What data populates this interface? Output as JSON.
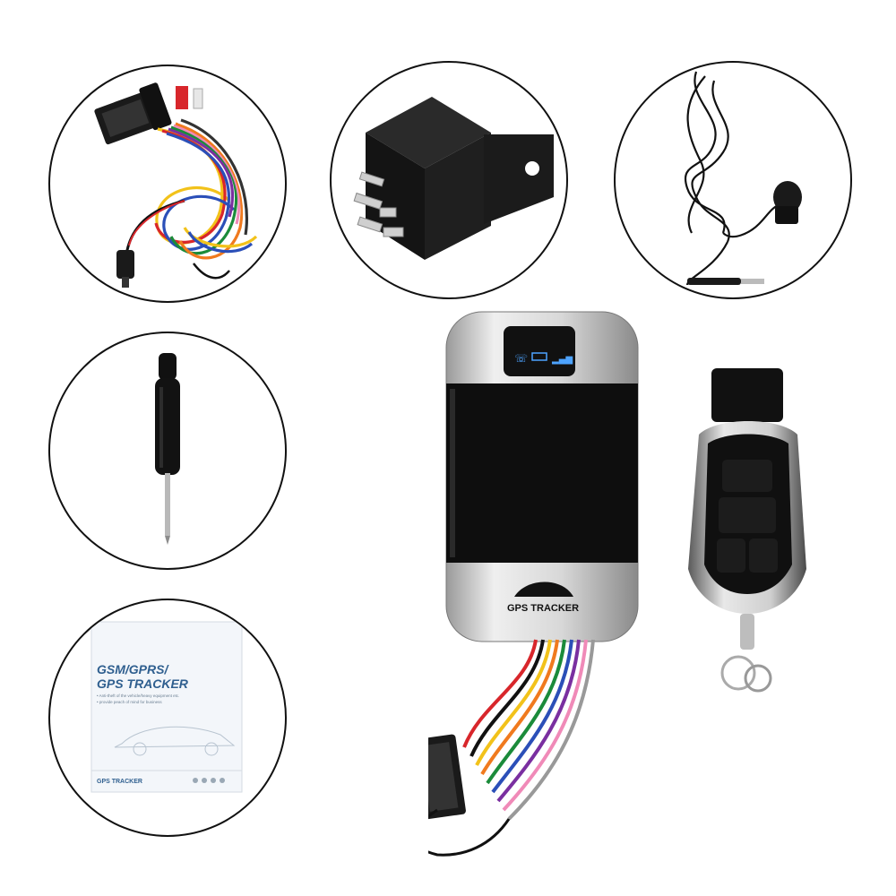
{
  "accessories": [
    {
      "item": "wiring-harness"
    },
    {
      "item": "relay"
    },
    {
      "item": "microphone"
    },
    {
      "item": "screwdriver"
    },
    {
      "item": "user-manual"
    }
  ],
  "manual": {
    "title_line1": "GSM/GPRS/",
    "title_line2": "GPS TRACKER",
    "bullet1": "• Anti-theft of the vehicle/heavy equipment etc.",
    "bullet2": "• provide peach of mind for business",
    "footer_brand": "GPS TRACKER"
  },
  "tracker": {
    "label": "GPS TRACKER"
  },
  "colors": {
    "outline": "#111111",
    "manual_text": "#2f5f8f",
    "wire_red": "#d8262b",
    "wire_yellow": "#f2c21a",
    "wire_orange": "#f07a1e",
    "wire_green": "#1b8b3a",
    "wire_blue": "#2b4fb8",
    "wire_purple": "#7a2fa0",
    "wire_pink": "#f08ab8"
  }
}
